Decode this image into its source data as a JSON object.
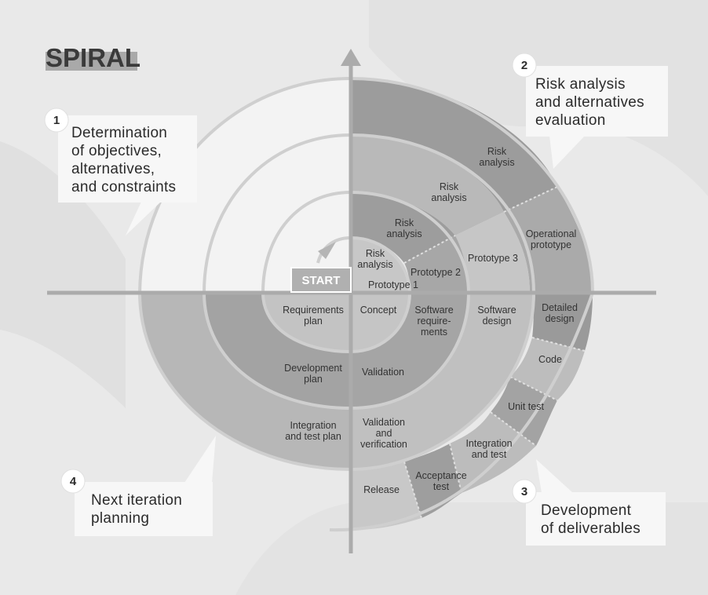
{
  "title": "SPIRAL",
  "start_label": "START",
  "callouts": [
    {
      "number": "1",
      "lines": [
        "Determination",
        "of objectives,",
        "alternatives,",
        "and constraints"
      ]
    },
    {
      "number": "2",
      "lines": [
        "Risk analysis",
        "and alternatives",
        "evaluation"
      ]
    },
    {
      "number": "3",
      "lines": [
        "Development",
        "of deliverables"
      ]
    },
    {
      "number": "4",
      "lines": [
        "Next iteration",
        "planning"
      ]
    }
  ],
  "segments": {
    "risk_1": [
      "Risk",
      "analysis"
    ],
    "risk_2": [
      "Risk",
      "analysis"
    ],
    "risk_3": [
      "Risk",
      "analysis"
    ],
    "risk_4": [
      "Risk",
      "analysis"
    ],
    "prototype_1": [
      "Prototype 1"
    ],
    "prototype_2": [
      "Prototype 2"
    ],
    "prototype_3": [
      "Prototype 3"
    ],
    "operational_prototype": [
      "Operational",
      "prototype"
    ],
    "requirements_plan": [
      "Requirements",
      "plan"
    ],
    "concept": [
      "Concept"
    ],
    "software_requirements": [
      "Software",
      "require-",
      "ments"
    ],
    "software_design": [
      "Software",
      "design"
    ],
    "detailed_design": [
      "Detailed",
      "design"
    ],
    "code": [
      "Code"
    ],
    "unit_test": [
      "Unit test"
    ],
    "integration_and_test": [
      "Integration",
      "and test"
    ],
    "acceptance_test": [
      "Acceptance",
      "test"
    ],
    "release": [
      "Release"
    ],
    "development_plan": [
      "Development",
      "plan"
    ],
    "validation": [
      "Validation"
    ],
    "integration_and_test_plan": [
      "Integration",
      "and test plan"
    ],
    "validation_and_verification": [
      "Validation",
      "and",
      "verification"
    ]
  },
  "colors": {
    "background": "#e9e9e9",
    "axis": "#ababab",
    "quadrant_1": "#f2f2f2",
    "risk_dark": "#9a9a9a",
    "risk_mid": "#b5b5b5",
    "ring_light": "#c8c8c8",
    "ring_mid": "#b0b0b0",
    "ring_dark": "#9c9c9c",
    "title": "#3a3a3a"
  }
}
